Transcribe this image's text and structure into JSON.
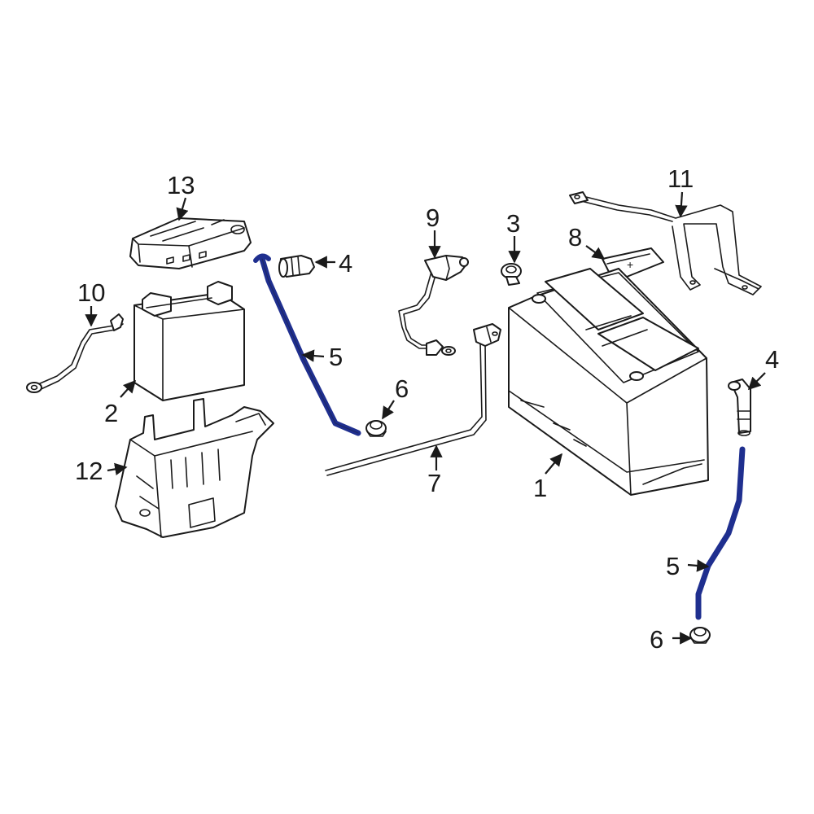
{
  "diagram": {
    "highlight_color": "#1f2f8f",
    "line_color": "#1a1a1a",
    "background": "#ffffff"
  },
  "callouts": {
    "c1": "1",
    "c2": "2",
    "c3": "3",
    "c4a": "4",
    "c4b": "4",
    "c5a": "5",
    "c5b": "5",
    "c6a": "6",
    "c6b": "6",
    "c7": "7",
    "c8": "8",
    "c9": "9",
    "c10": "10",
    "c11": "11",
    "c12": "12",
    "c13": "13"
  },
  "cover_mark": "+"
}
